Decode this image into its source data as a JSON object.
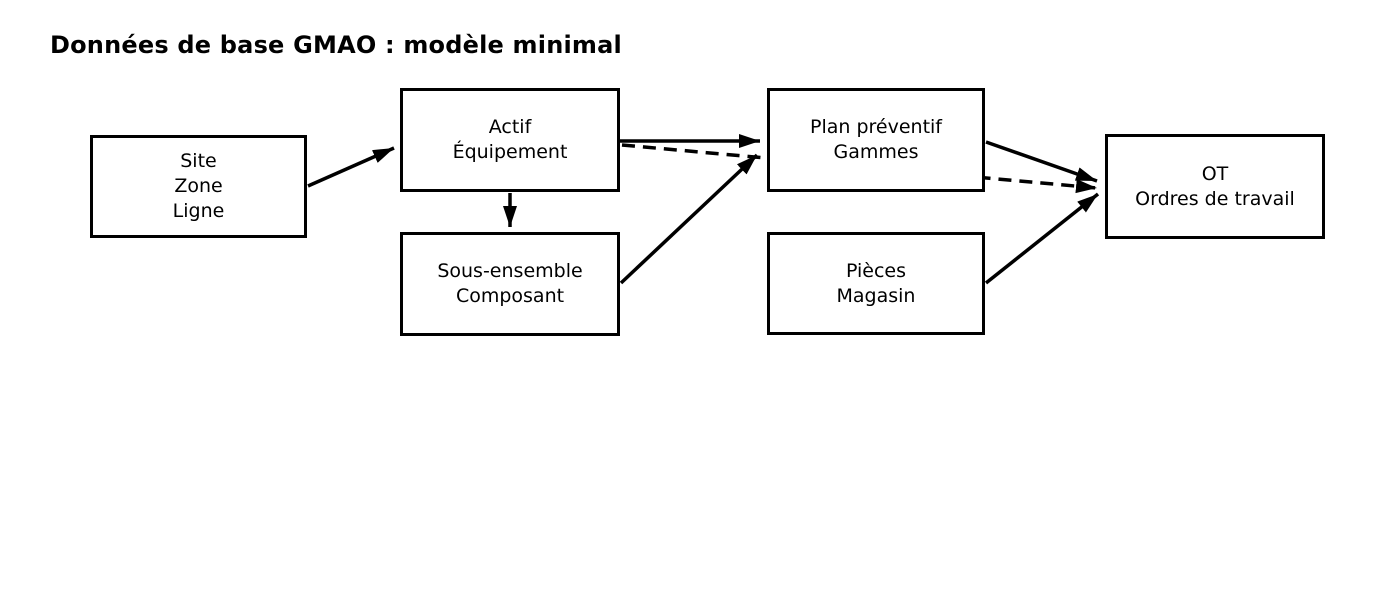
{
  "title": "Données de base GMAO : modèle minimal",
  "colors": {
    "background": "#ffffff",
    "line": "#000000",
    "text": "#000000"
  },
  "boxes": {
    "site": {
      "lines": [
        "Site",
        "Zone",
        "Ligne"
      ]
    },
    "actif": {
      "lines": [
        "Actif",
        "Équipement"
      ]
    },
    "sous_ensemble": {
      "lines": [
        "Sous-ensemble",
        "Composant"
      ]
    },
    "plan": {
      "lines": [
        "Plan préventif",
        "Gammes"
      ]
    },
    "pieces": {
      "lines": [
        "Pièces",
        "Magasin"
      ]
    },
    "ot": {
      "lines": [
        "OT",
        "Ordres de travail"
      ]
    }
  },
  "edges": [
    {
      "from": "site",
      "to": "actif",
      "style": "solid"
    },
    {
      "from": "actif",
      "to": "sous_ensemble",
      "style": "solid"
    },
    {
      "from": "actif",
      "to": "plan",
      "style": "solid"
    },
    {
      "from": "sous_ensemble",
      "to": "plan",
      "style": "solid"
    },
    {
      "from": "actif",
      "to": "ot",
      "style": "dashed"
    },
    {
      "from": "plan",
      "to": "ot",
      "style": "solid"
    },
    {
      "from": "pieces",
      "to": "ot",
      "style": "solid"
    }
  ]
}
